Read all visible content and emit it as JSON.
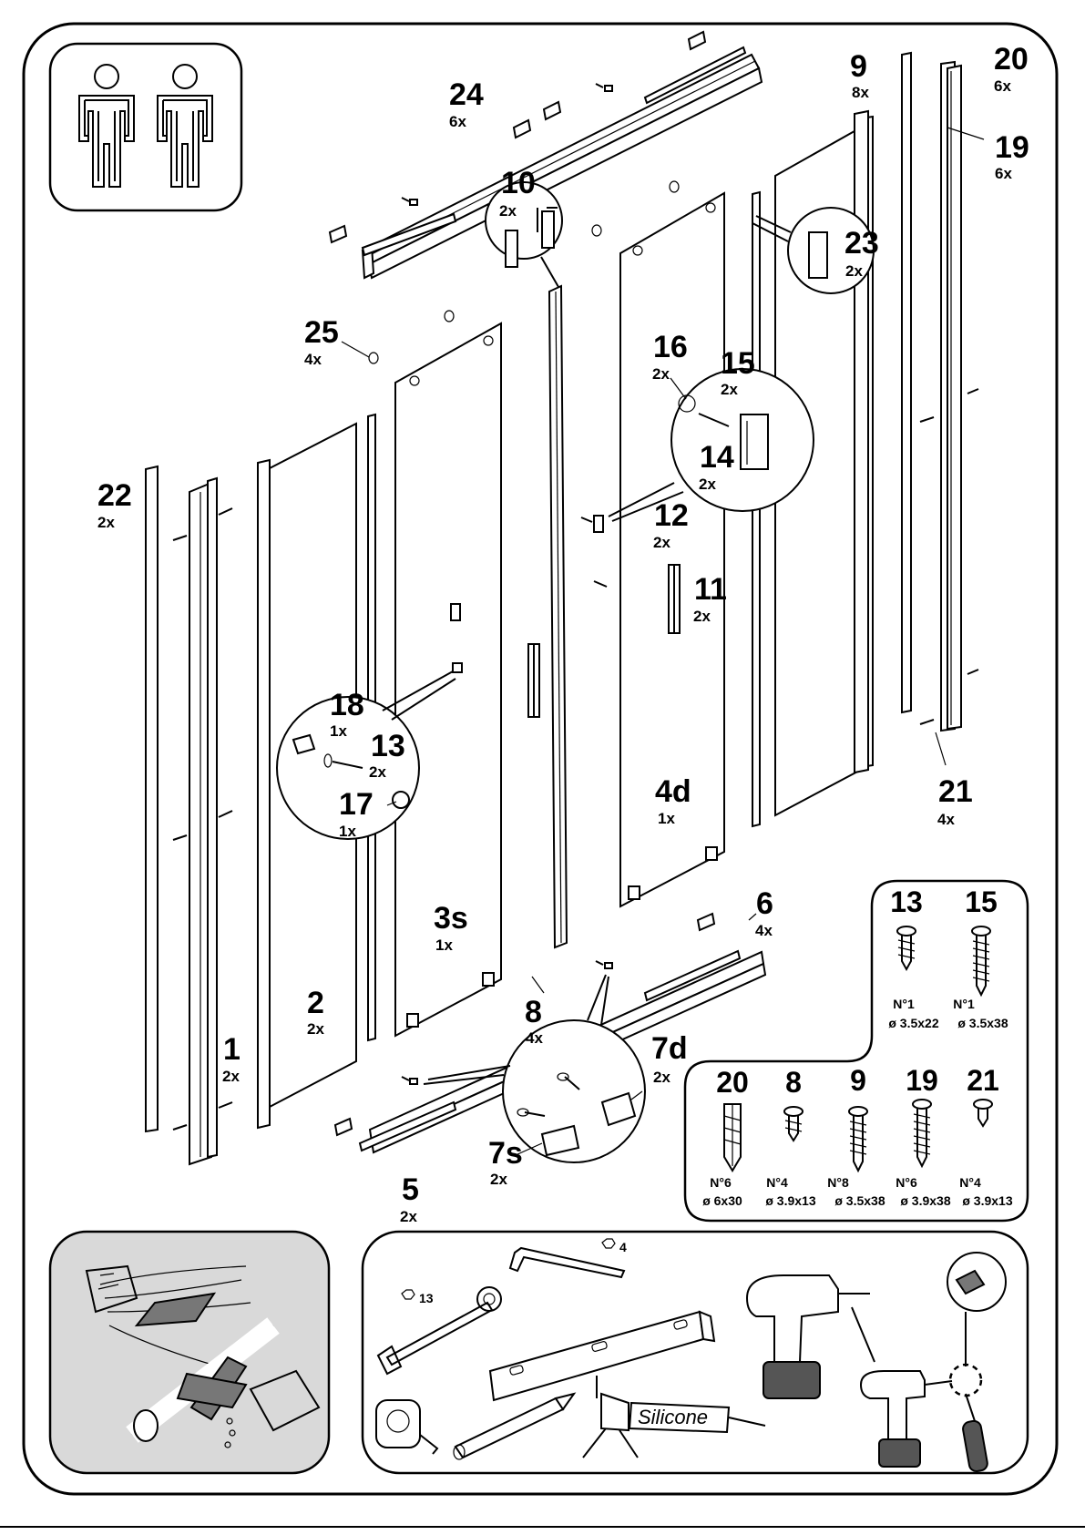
{
  "installers": {
    "count": 2,
    "icon": "person-icon"
  },
  "callouts": [
    {
      "id": "1",
      "qty": "2x"
    },
    {
      "id": "2",
      "qty": "2x"
    },
    {
      "id": "3s",
      "qty": "1x"
    },
    {
      "id": "4d",
      "qty": "1x"
    },
    {
      "id": "5",
      "qty": "2x"
    },
    {
      "id": "6",
      "qty": "4x"
    },
    {
      "id": "7d",
      "qty": "2x"
    },
    {
      "id": "7s",
      "qty": "2x"
    },
    {
      "id": "8",
      "qty": "4x"
    },
    {
      "id": "9",
      "qty": "8x"
    },
    {
      "id": "10",
      "qty": "2x"
    },
    {
      "id": "11",
      "qty": "2x"
    },
    {
      "id": "12",
      "qty": "2x"
    },
    {
      "id": "13",
      "qty": "2x"
    },
    {
      "id": "14",
      "qty": "2x"
    },
    {
      "id": "15",
      "qty": "2x"
    },
    {
      "id": "16",
      "qty": "2x"
    },
    {
      "id": "17",
      "qty": "1x"
    },
    {
      "id": "18",
      "qty": "1x"
    },
    {
      "id": "19",
      "qty": "6x"
    },
    {
      "id": "20",
      "qty": "6x"
    },
    {
      "id": "21",
      "qty": "4x"
    },
    {
      "id": "22",
      "qty": "2x"
    },
    {
      "id": "23",
      "qty": "2x"
    },
    {
      "id": "24",
      "qty": "6x"
    },
    {
      "id": "25",
      "qty": "4x"
    }
  ],
  "screw_specs": [
    {
      "id": "13",
      "type": "N°1",
      "size": "ø 3.5x22"
    },
    {
      "id": "15",
      "type": "N°1",
      "size": "ø 3.5x38"
    },
    {
      "id": "20",
      "type": "N°6",
      "size": "ø 6x30"
    },
    {
      "id": "8",
      "type": "N°4",
      "size": "ø 3.9x13"
    },
    {
      "id": "9",
      "type": "N°8",
      "size": "ø 3.5x38"
    },
    {
      "id": "19",
      "type": "N°6",
      "size": "ø 3.9x38"
    },
    {
      "id": "21",
      "type": "N°4",
      "size": "ø 3.9x13"
    }
  ],
  "tools": {
    "hex_key_size": "4",
    "wrench_size": "13",
    "silicone_label": "Silicone",
    "items": [
      "hex-key",
      "wrench",
      "spirit-level",
      "tape-measure",
      "pencil",
      "silicone-gun",
      "cordless-drill",
      "screwdriver"
    ]
  },
  "warning": {
    "icon": "no-drilling-into-cables-pipes-icon"
  },
  "colors": {
    "line": "#000000",
    "panel_fill": "#d9d9d9",
    "background": "#ffffff"
  }
}
